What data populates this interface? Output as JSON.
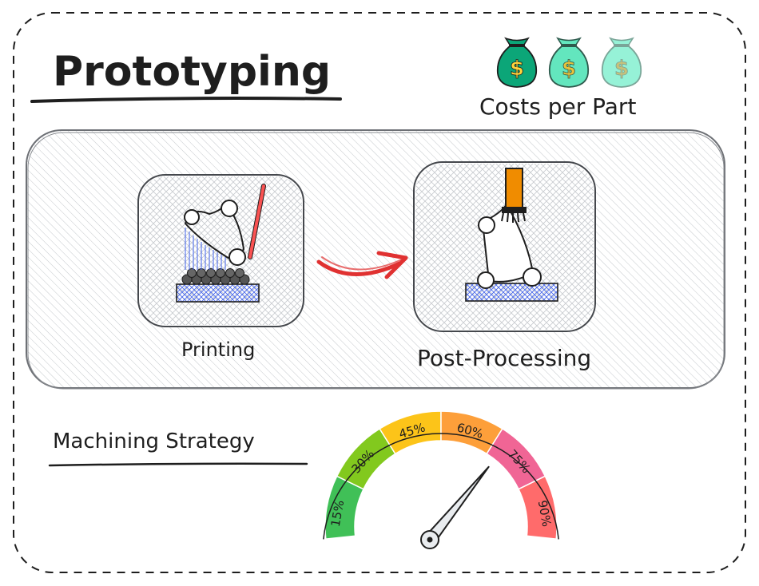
{
  "title": "Prototyping",
  "costs": {
    "label": "Costs per Part",
    "bag_symbol": "$",
    "icons": [
      "money-bag-icon",
      "money-bag-icon",
      "money-bag-icon"
    ],
    "colors": [
      "#0ca678",
      "#63e6be",
      "#96f2d7"
    ]
  },
  "process": {
    "steps": [
      {
        "label": "Printing",
        "icon": "3d-printing-icon"
      },
      {
        "label": "Post-Processing",
        "icon": "brush-cleaning-icon"
      }
    ],
    "arrow_color": "#e03131",
    "laser_color": "#fa5252",
    "brush_color": "#f08c00"
  },
  "strategy": {
    "label": "Machining Strategy",
    "gauge": {
      "segments": [
        {
          "label": "15%",
          "color": "#40c057"
        },
        {
          "label": "30%",
          "color": "#82c91e"
        },
        {
          "label": "45%",
          "color": "#fcc419"
        },
        {
          "label": "60%",
          "color": "#fd9f3a"
        },
        {
          "label": "75%",
          "color": "#f06595"
        },
        {
          "label": "90%",
          "color": "#ff6b6b"
        }
      ],
      "needle_value_percent": 70
    }
  }
}
